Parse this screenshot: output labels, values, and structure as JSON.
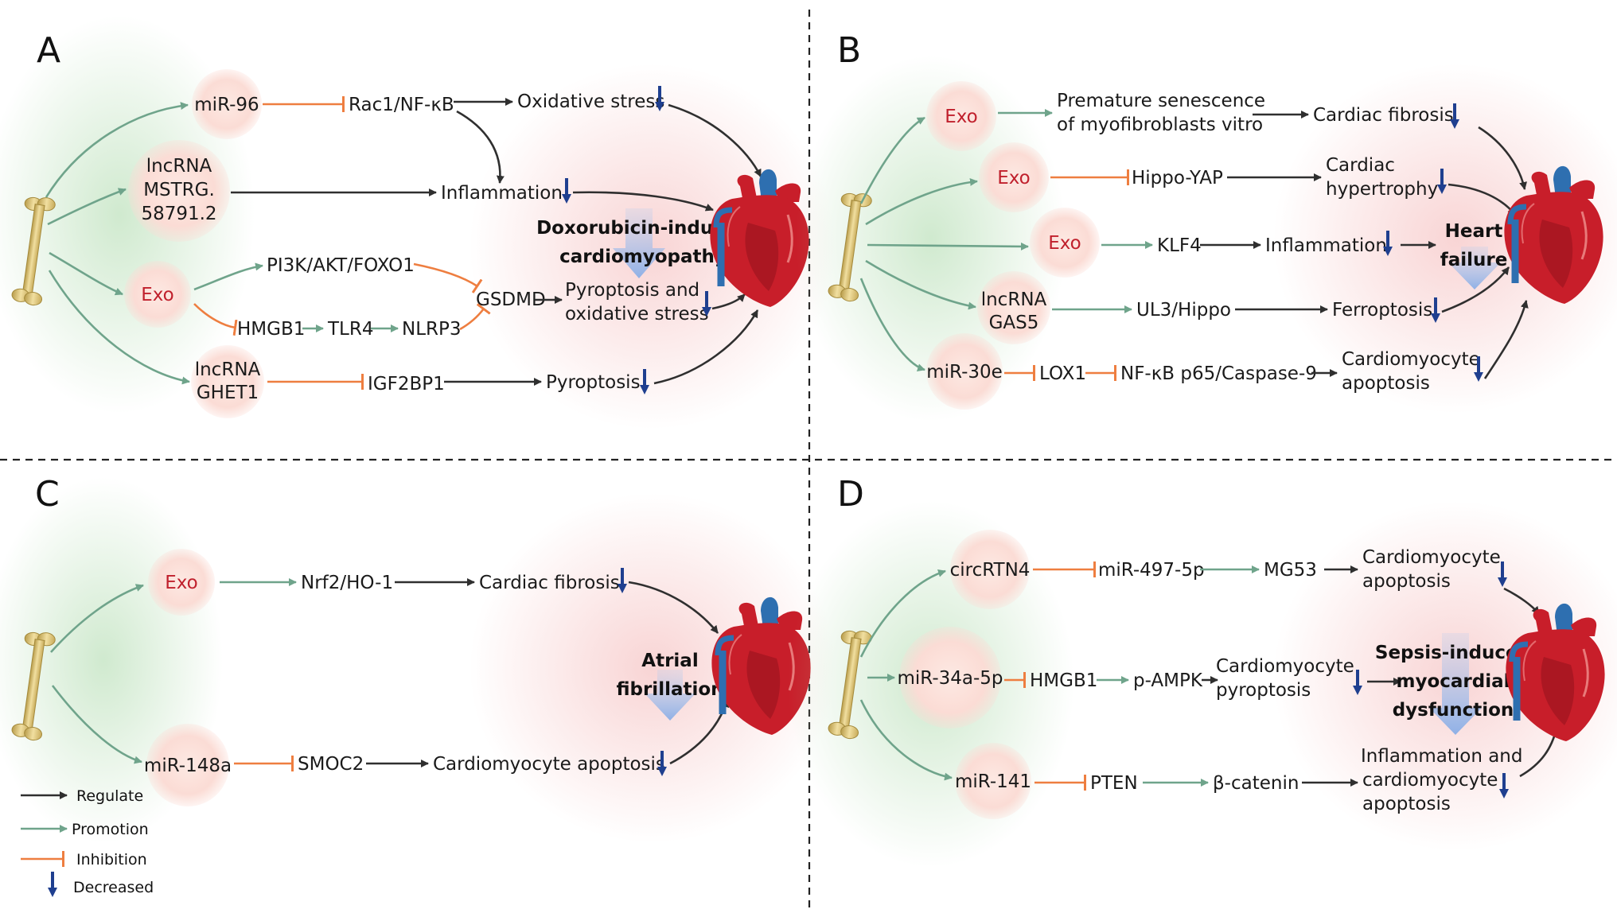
{
  "panels": {
    "A": {
      "label": "A",
      "nodes": {
        "mir96": "miR-96",
        "lnc_mstrg_1": "lncRNA",
        "lnc_mstrg_2": "MSTRG.",
        "lnc_mstrg_3": "58791.2",
        "exo": "Exo",
        "lnc_ghet1_1": "lncRNA",
        "lnc_ghet1_2": "GHET1"
      },
      "labels": {
        "rac1": "Rac1/NF-κB",
        "oxidative_stress": "Oxidative stress",
        "inflammation": "Inflammation",
        "pi3k": "PI3K/AKT/FOXO1",
        "gsdmd": "GSDMD",
        "hmgb1": "HMGB1",
        "tlr4": "TLR4",
        "nlrp3": "NLRP3",
        "pyro_ox_1": "Pyroptosis and",
        "pyro_ox_2": "oxidative stress",
        "igf2bp1": "IGF2BP1",
        "pyroptosis": "Pyroptosis"
      },
      "disease_1": "Doxorubicin-induced",
      "disease_2": "cardiomyopathy"
    },
    "B": {
      "label": "B",
      "nodes": {
        "exo1": "Exo",
        "exo2": "Exo",
        "exo3": "Exo",
        "lnc_gas5_1": "lncRNA",
        "lnc_gas5_2": "GAS5",
        "mir30e": "miR-30e"
      },
      "labels": {
        "premature_1": "Premature senescence",
        "premature_2": "of myofibroblasts vitro",
        "cardiac_fibrosis": "Cardiac fibrosis",
        "hippo_yap": "Hippo-YAP",
        "hypertrophy_1": "Cardiac",
        "hypertrophy_2": "hypertrophy",
        "klf4": "KLF4",
        "inflammation": "Inflammation",
        "ul3": "UL3/Hippo",
        "ferroptosis": "Ferroptosis",
        "lox1": "LOX1",
        "nfkb": "NF-κB p65/Caspase-9",
        "apoptosis_1": "Cardiomyocyte",
        "apoptosis_2": "apoptosis"
      },
      "disease_1": "Heart",
      "disease_2": "failure"
    },
    "C": {
      "label": "C",
      "nodes": {
        "exo": "Exo",
        "mir148a": "miR-148a"
      },
      "labels": {
        "nrf2": "Nrf2/HO-1",
        "cardiac_fibrosis": "Cardiac fibrosis",
        "smoc2": "SMOC2",
        "apoptosis": "Cardiomyocyte apoptosis"
      },
      "disease_1": "Atrial",
      "disease_2": "fibrillation"
    },
    "D": {
      "label": "D",
      "nodes": {
        "circrtn4": "circRTN4",
        "mir34a": "miR-34a-5p",
        "mir141": "miR-141"
      },
      "labels": {
        "mir497": "miR-497-5p",
        "mg53": "MG53",
        "apoptosis_1": "Cardiomyocyte",
        "apoptosis_2": "apoptosis",
        "hmgb1": "HMGB1",
        "pampk": "p-AMPK",
        "pyroptosis_1": "Cardiomyocyte",
        "pyroptosis_2": "pyroptosis",
        "pten": "PTEN",
        "bcatenin": "β-catenin",
        "infl_1": "Inflammation and",
        "infl_2": "cardiomyocyte",
        "infl_3": "apoptosis"
      },
      "disease_1": "Sepsis-induced",
      "disease_2": "myocardial",
      "disease_3": "dysfunction"
    }
  },
  "legend": {
    "regulate": "Regulate",
    "promotion": "Promotion",
    "inhibition": "Inhibition",
    "decreased": "Decreased"
  },
  "colors": {
    "regulate": "#2f2f2f",
    "promotion": "#6fa48b",
    "inhibition": "#ee7e40",
    "decreased": "#1f3f8f",
    "exo_text": "#c0202c",
    "node_fill": "#fbdcd5",
    "heart": "#c81e2a",
    "bone": "#d8c27a"
  }
}
